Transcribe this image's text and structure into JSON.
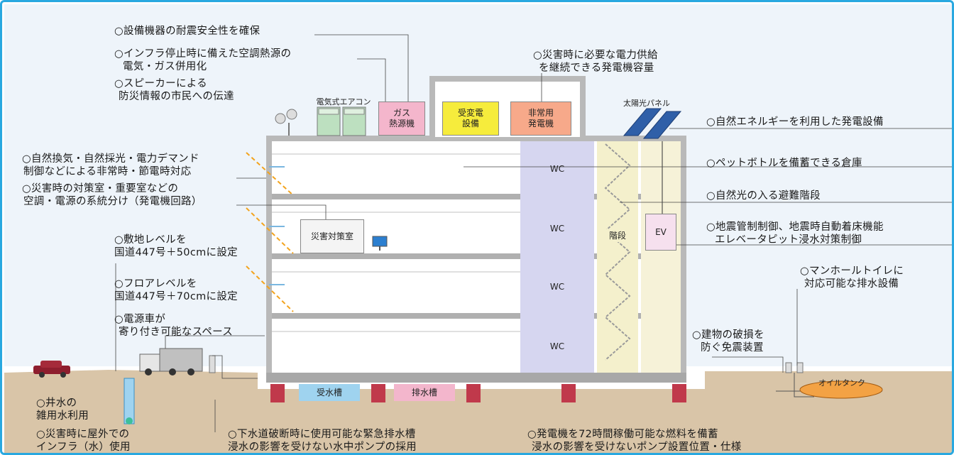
{
  "annotations": {
    "seismic_safety": "○設備機器の耐震安全性を確保",
    "infra_hvac_1": "○インフラ停止時に備えた空調熱源の",
    "infra_hvac_2": "電気・ガス併用化",
    "speaker_1": "○スピーカーによる",
    "speaker_2": "防災情報の市民への伝達",
    "generator_capacity_1": "○災害時に必要な電力供給",
    "generator_capacity_2": "を継続できる発電機容量",
    "natural_energy": "○自然エネルギーを利用した発電設備",
    "natural_vent_1": "○自然換気・自然採光・電力デマンド",
    "natural_vent_2": "制御などによる非常時・節電時対応",
    "pet_bottle": "○ペットボトルを備蓄できる倉庫",
    "power_split_1": "○災害時の対策室・重要室などの",
    "power_split_2": "空調・電源の系統分け（発電機回路）",
    "natural_light_stairs": "○自然光の入る避難階段",
    "elevator_1": "○地震管制制御、地震時自動着床機能",
    "elevator_2": "エレベータピット浸水対策制御",
    "site_level_1": "○敷地レベルを",
    "site_level_2": "国道447号＋50cmに設定",
    "floor_level_1": "○フロアレベルを",
    "floor_level_2": "国道447号＋70cmに設定",
    "manhole_1": "○マンホールトイレに",
    "manhole_2": "対応可能な排水設備",
    "power_car_1": "○電源車が",
    "power_car_2": "寄り付き可能なスペース",
    "seismic_isolation_1": "○建物の破損を",
    "seismic_isolation_2": "防ぐ免震装置",
    "well_water_1": "○井水の",
    "well_water_2": "雑用水利用",
    "outdoor_infra_1": "○災害時に屋外での",
    "outdoor_infra_2": "インフラ（水）使用",
    "sewer_1": "○下水道破断時に使用可能な緊急排水槽",
    "sewer_2": "浸水の影響を受けない水中ポンプの採用",
    "fuel_1": "○発電機を72時間稼働可能な燃料を備蓄",
    "fuel_2": "浸水の影響を受けないポンプ設置位置・仕様"
  },
  "components": {
    "electric_ac": "電気式エアコン",
    "gas_heat": "ガス\n熱源機",
    "substation": "受変電\n設備",
    "emergency_gen": "非常用\n発電機",
    "solar_panel": "太陽光パネル",
    "wc": "WC",
    "stairs": "階段",
    "ev": "EV",
    "disaster_room": "災害対策室",
    "water_tank": "受水槽",
    "drain_tank": "排水槽",
    "oil_tank": "オイルタンク"
  },
  "colors": {
    "frame": "#29a8e0",
    "gas_box": "#f4b6cc",
    "substation_box": "#f6ec3c",
    "generator_box": "#f7a98a",
    "wc_box": "#c8c8ea",
    "stair_box": "#f4f0cc",
    "ground": "#d9c5a8",
    "pillar": "#c0394b",
    "water_tank": "#9fd3ef",
    "drain_tank": "#f3b6cc",
    "oil_tank": "#f3a244"
  }
}
